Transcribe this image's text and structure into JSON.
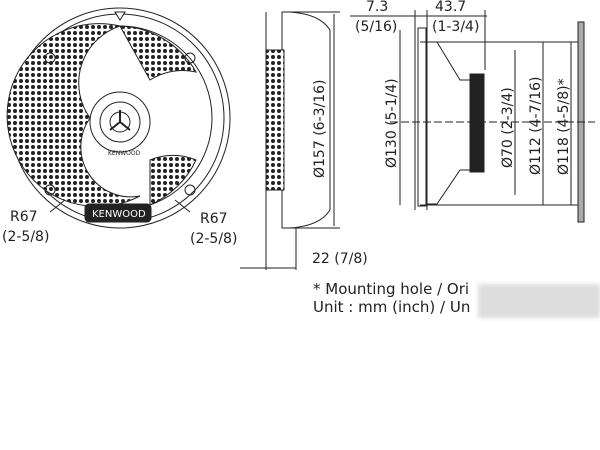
{
  "front_view": {
    "brand_logo": "KENWOOD",
    "center_logo": "KENWOOD",
    "radius_left": "R67",
    "radius_left_inch": "(2-5/8)",
    "radius_right": "R67",
    "radius_right_inch": "(2-5/8)"
  },
  "side_view": {
    "overall_diameter": "Ø157 (6-3/16)",
    "depth": "22 (7/8)"
  },
  "profile_view": {
    "flange_depth": "7.3",
    "flange_depth_inch": "(5/16)",
    "mount_depth": "43.7",
    "mount_depth_inch": "(1-3/4)",
    "flange_diameter": "Ø130 (5-1/4)",
    "magnet_diameter": "Ø70 (2-3/4)",
    "basket_diameter": "Ø112 (4-7/16)",
    "hole_diameter": "Ø118 (4-5/8)*"
  },
  "notes": {
    "mounting_hole": "* Mounting hole / Ori",
    "unit": "Unit : mm (inch) / Un"
  }
}
